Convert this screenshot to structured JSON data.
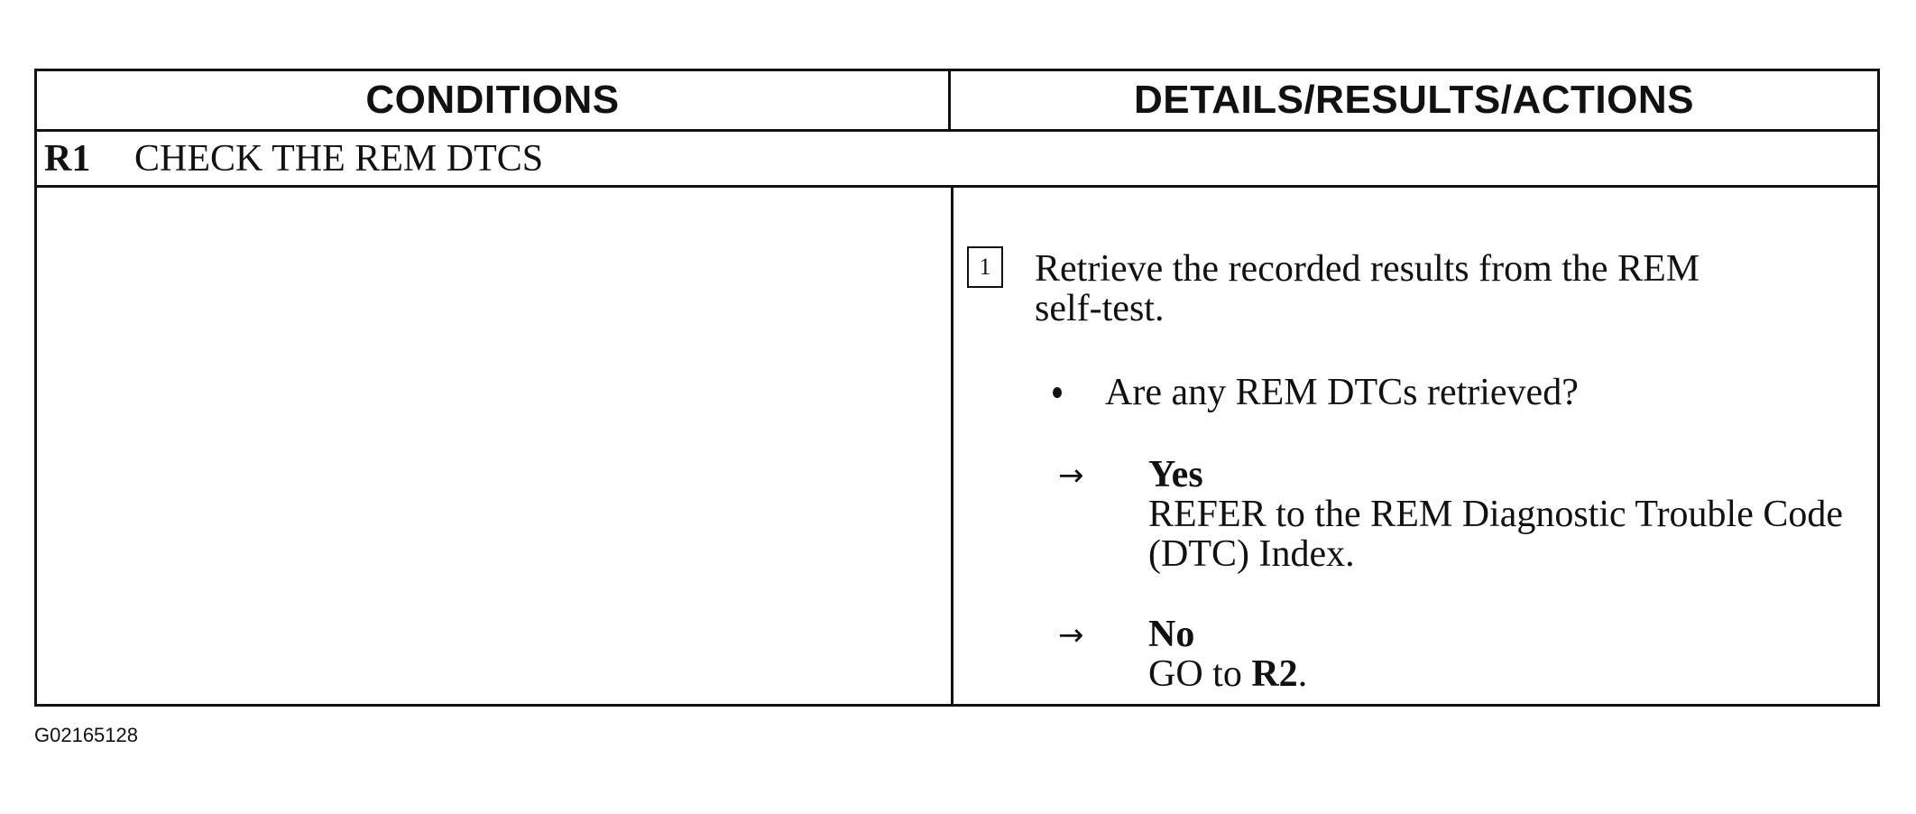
{
  "table": {
    "headers": {
      "conditions": "CONDITIONS",
      "details": "DETAILS/RESULTS/ACTIONS"
    },
    "step": {
      "id": "R1",
      "title": "CHECK THE REM DTCS"
    },
    "instruction": {
      "number": "1",
      "text": "Retrieve the recorded results from the REM self-test."
    },
    "question": "Are any REM DTCs retrieved?",
    "answers": [
      {
        "label": "Yes",
        "text": "REFER to the REM Diagnostic Trouble Code (DTC) Index."
      },
      {
        "label": "No",
        "text_prefix": "GO to ",
        "target": "R2",
        "text_suffix": "."
      }
    ],
    "arrow_glyph": "→"
  },
  "figure_code": "G02165128"
}
